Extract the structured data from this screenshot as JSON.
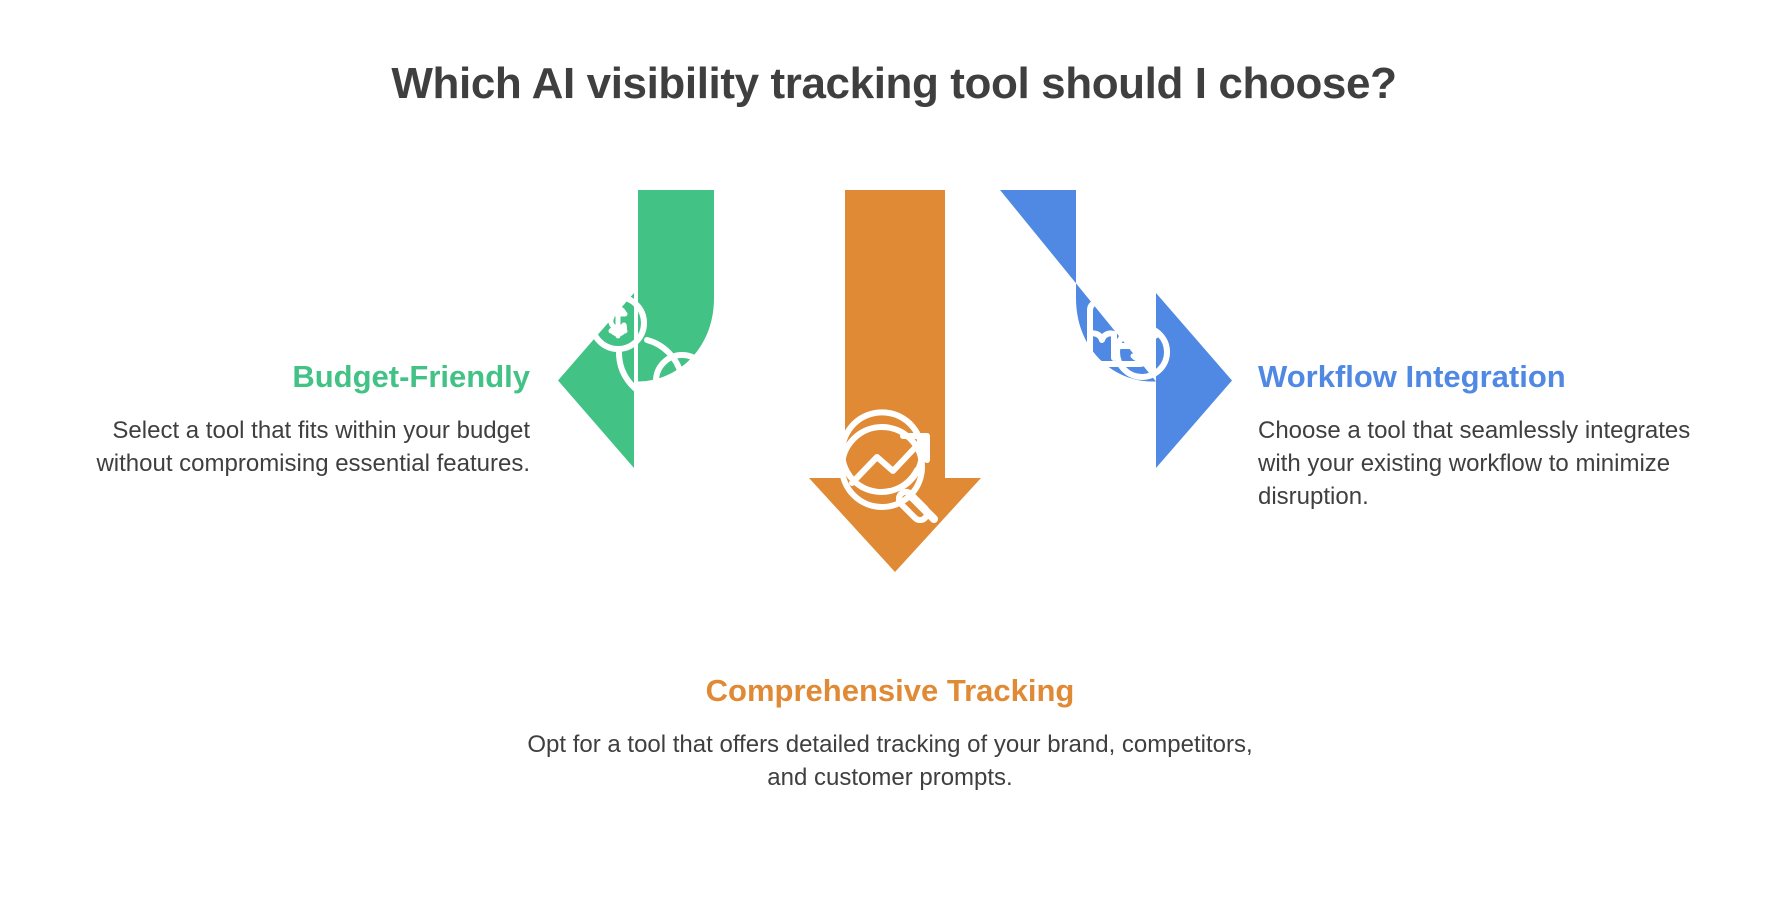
{
  "title": "Which AI visibility tracking tool should I choose?",
  "colors": {
    "green": "#42C285",
    "orange": "#E08A35",
    "blue": "#5089E3",
    "text": "#3f3f3f",
    "background": "#ffffff"
  },
  "branches": [
    {
      "id": "budget",
      "heading": "Budget-Friendly",
      "body": "Select a tool that fits within your budget without compromising essential features.",
      "color": "#42C285",
      "direction": "left",
      "icon": "money-refresh-check-icon"
    },
    {
      "id": "tracking",
      "heading": "Comprehensive Tracking",
      "body": "Opt for a tool that offers detailed tracking of your brand, competitors, and customer prompts.",
      "color": "#E08A35",
      "direction": "down",
      "icon": "magnifier-trend-up-icon"
    },
    {
      "id": "workflow",
      "heading": "Workflow Integration",
      "body": "Choose a tool that seamlessly integrates with your existing workflow to minimize disruption.",
      "color": "#5089E3",
      "direction": "right",
      "icon": "puzzle-smiley-integration-icon"
    }
  ]
}
